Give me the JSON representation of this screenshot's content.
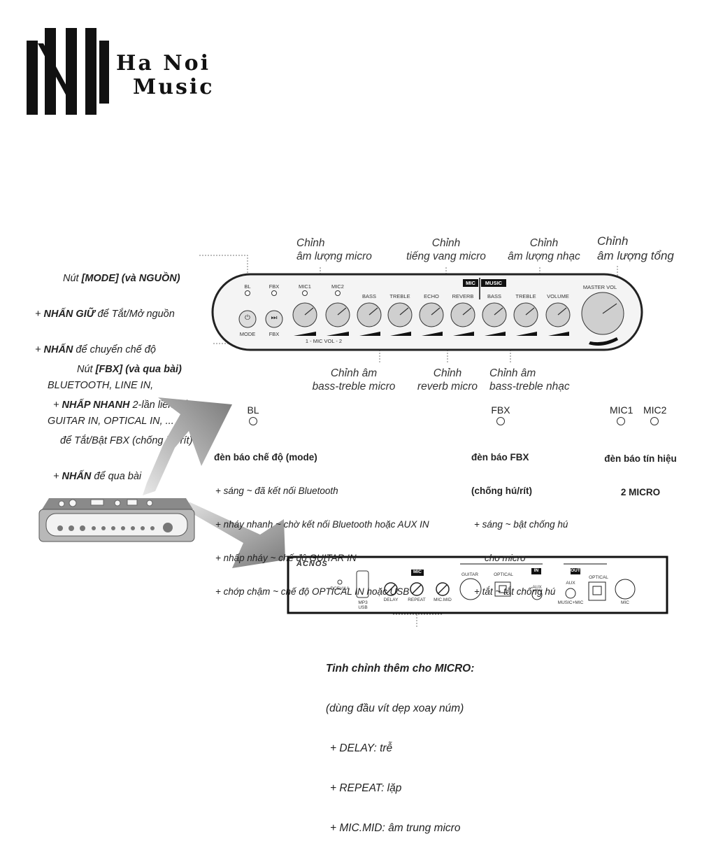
{
  "logo": {
    "line1": "Ha Noi",
    "line2": "Music"
  },
  "left_notes": {
    "mode": {
      "title_pre": "Nút ",
      "title_key": "[MODE]",
      "title_post": " (và NGUỒN)",
      "lines": [
        {
          "prefix": "+ ",
          "strong": "NHẤN GIỮ",
          "text": " để Tắt/Mở nguồn"
        },
        {
          "prefix": "+ ",
          "strong": "NHẤN",
          "text": " để chuyển chế độ"
        },
        {
          "prefix": "   ",
          "strong": "",
          "text": "BLUETOOTH, LINE IN,"
        },
        {
          "prefix": "   ",
          "strong": "",
          "text": "GUITAR IN, OPTICAL IN, ..."
        }
      ]
    },
    "fbx": {
      "title_pre": "Nút ",
      "title_key": "[FBX]",
      "title_post": " (và qua bài)",
      "lines": [
        {
          "prefix": "+ ",
          "strong": "NHẤP NHANH",
          "text": " 2-lần liên tiếp"
        },
        {
          "prefix": "   ",
          "strong": "",
          "text": "để Tắt/Bật FBX (chống hú/rít)"
        },
        {
          "prefix": "+ ",
          "strong": "NHẤN",
          "text": " để qua bài"
        }
      ]
    }
  },
  "top_callouts": {
    "mic_volume": "Chỉnh\nâm lượng micro",
    "echo": "Chỉnh\ntiếng vang micro",
    "music_volume": "Chỉnh\nâm lượng nhạc",
    "master": "Chỉnh\nâm lượng tổng"
  },
  "bottom_callouts": {
    "mic_bass_treble": "Chỉnh âm\nbass-treble micro",
    "reverb": "Chỉnh\nreverb micro",
    "music_bass_treble": "Chỉnh âm\nbass-treble nhạc"
  },
  "panel": {
    "leds": [
      "BL",
      "FBX",
      "MIC1",
      "MIC2"
    ],
    "mode_label": "MODE",
    "fbx_label": "FBX",
    "knobs": [
      "BASS",
      "TREBLE",
      "ECHO",
      "REVERB",
      "BASS",
      "TREBLE",
      "VOLUME"
    ],
    "mic_vol_label": "1 - MIC VOL - 2",
    "master_label": "MASTER VOL",
    "mic_tag": "MIC",
    "music_tag": "MUSIC",
    "power_symbol": "⏻",
    "skip_symbol": "⏭"
  },
  "indicators": {
    "bl": {
      "label": "BL",
      "title": "đèn báo chế độ (mode)",
      "items": [
        "+ sáng ~ đã kết nối Bluetooth",
        "+ nháy nhanh ~ chờ kết nối Bluetooth hoặc AUX IN",
        "+ nhấp nháy ~ chế độ GUITAR IN",
        "+ chớp chậm ~ chế độ OPTICAL IN hoặc USB"
      ]
    },
    "fbx": {
      "label": "FBX",
      "title1": "đèn báo FBX",
      "title2": "(chống hú/rít)",
      "items": [
        "+ sáng ~ bật chống hú",
        "    cho micro",
        "+ tắt ~ tắt chống hú"
      ]
    },
    "mic": {
      "label1": "MIC1",
      "label2": "MIC2",
      "title1": "đèn báo tín hiệu",
      "title2": "2 MICRO"
    }
  },
  "rear_panel": {
    "brand": "ACNOS",
    "dc": "DC5V/1A",
    "usb": "MP3 USB",
    "mic_tag": "MIC",
    "knobs": [
      "DELAY",
      "REPEAT",
      "MIC.MID"
    ],
    "guitar": "GUITAR",
    "optical_in": "OPTICAL",
    "in_tag": "IN",
    "aux_in": "AUX",
    "out_tag": "OUT",
    "aux_out": "AUX",
    "aux_out_sub": "MUSIC+MIC",
    "optical_out": "OPTICAL",
    "mic_jack": "MIC"
  },
  "bottom_note": {
    "title": "Tinh chỉnh thêm cho MICRO:",
    "subtitle": "(dùng đầu vít dẹp xoay núm)",
    "items": [
      "+ DELAY: trễ",
      "+ REPEAT: lặp",
      "+ MIC.MID: âm trung micro"
    ]
  }
}
